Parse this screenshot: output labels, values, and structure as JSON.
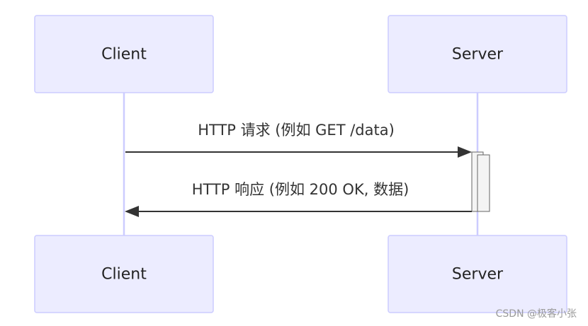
{
  "diagram": {
    "actors": {
      "client": "Client",
      "server": "Server"
    },
    "messages": {
      "request": "HTTP 请求 (例如 GET /data)",
      "response": "HTTP 响应 (例如 200 OK, 数据)"
    },
    "colors": {
      "actor_fill": "#ececff",
      "actor_border": "#ccccff",
      "lifeline": "#ccccff",
      "message_line": "#333333",
      "activation_fill": "#f4f4f4",
      "activation_border": "#666666"
    }
  },
  "watermark": "CSDN @极客小张"
}
